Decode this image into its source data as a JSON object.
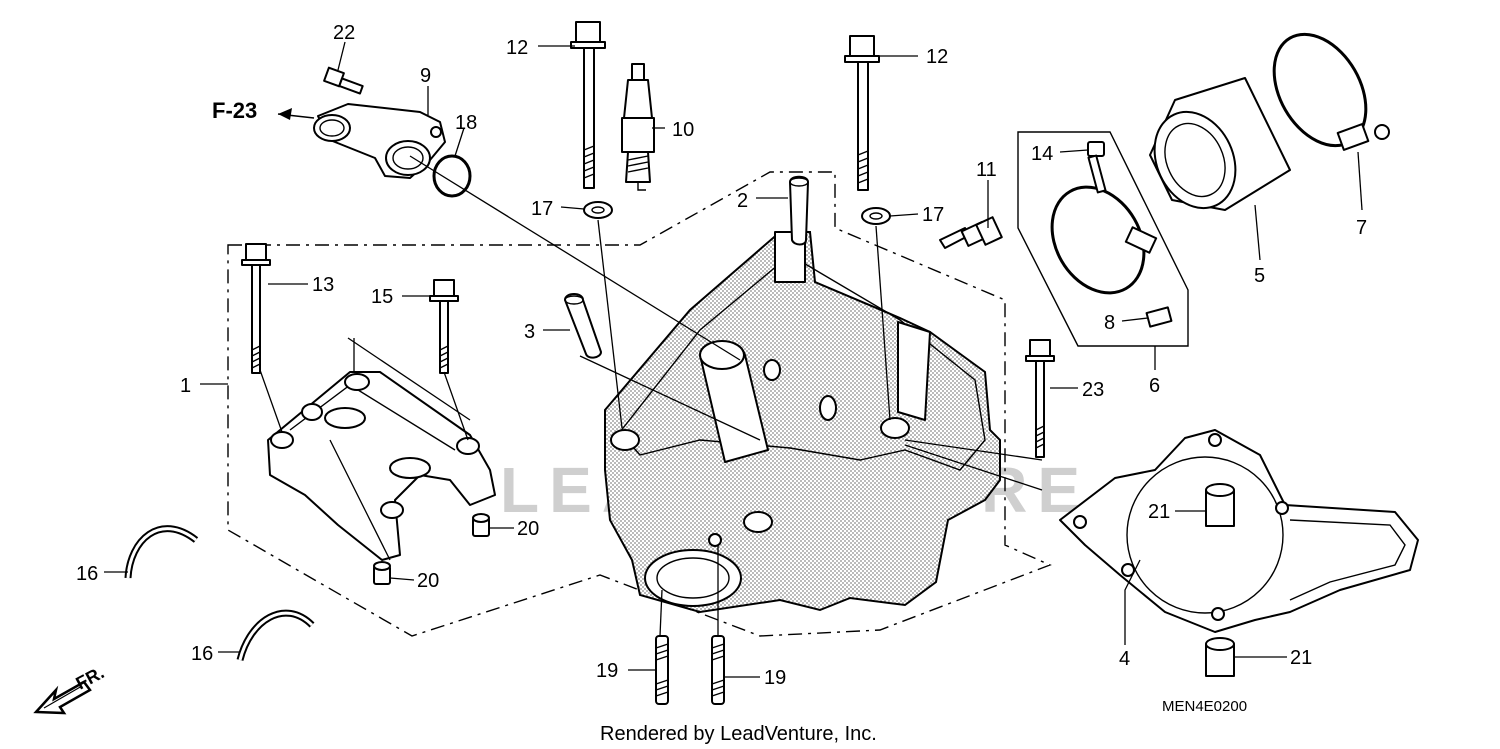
{
  "diagram": {
    "callouts": {
      "p1": "1",
      "p2": "2",
      "p3": "3",
      "p4": "4",
      "p5": "5",
      "p6": "6",
      "p7": "7",
      "p8": "8",
      "p9": "9",
      "p10": "10",
      "p11": "11",
      "p12a": "12",
      "p12b": "12",
      "p13": "13",
      "p14": "14",
      "p15": "15",
      "p16a": "16",
      "p16b": "16",
      "p17a": "17",
      "p17b": "17",
      "p18": "18",
      "p19a": "19",
      "p19b": "19",
      "p20a": "20",
      "p20b": "20",
      "p21a": "21",
      "p21b": "21",
      "p22": "22",
      "p23": "23"
    },
    "reference": "F-23",
    "direction_label": "FR.",
    "part_code": "MEN4E0200",
    "credit": "Rendered by LeadVenture, Inc.",
    "watermark": "LEADVENTURE"
  }
}
